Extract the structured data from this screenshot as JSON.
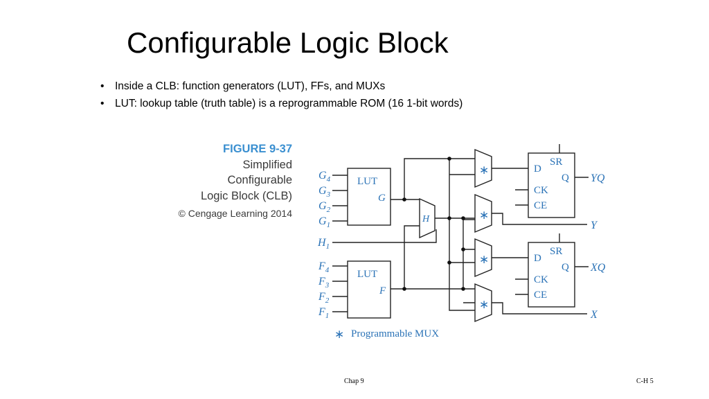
{
  "slide": {
    "title": "Configurable Logic Block",
    "bullets": [
      "Inside a CLB: function generators (LUT), FFs, and MUXs",
      "LUT: lookup table (truth table) is a reprogrammable ROM (16 1-bit words)"
    ],
    "bullet_symbol": "•"
  },
  "figure": {
    "label": "FIGURE 9-37",
    "caption_lines": [
      "Simplified",
      "Configurable",
      "Logic Block (CLB)"
    ],
    "copyright": "© Cengage Learning 2014",
    "colors": {
      "accent": "#3a8fd0",
      "diagram_text": "#2a72b6",
      "line": "#222222"
    }
  },
  "diagram": {
    "g_inputs": [
      {
        "main": "G",
        "sub": "4"
      },
      {
        "main": "G",
        "sub": "3"
      },
      {
        "main": "G",
        "sub": "2"
      },
      {
        "main": "G",
        "sub": "1"
      }
    ],
    "h_input": {
      "main": "H",
      "sub": "1"
    },
    "f_inputs": [
      {
        "main": "F",
        "sub": "4"
      },
      {
        "main": "F",
        "sub": "3"
      },
      {
        "main": "F",
        "sub": "2"
      },
      {
        "main": "F",
        "sub": "1"
      }
    ],
    "lut_top": {
      "label": "LUT",
      "output": "G"
    },
    "lut_bottom": {
      "label": "LUT",
      "output": "F"
    },
    "h_mux_label": "H",
    "mux_symbol": "∗",
    "ff_top": {
      "d": "D",
      "sr": "SR",
      "q": "Q",
      "ck": "CK",
      "ce": "CE"
    },
    "ff_bottom": {
      "d": "D",
      "sr": "SR",
      "q": "Q",
      "ck": "CK",
      "ce": "CE"
    },
    "outputs": {
      "yq": "YQ",
      "y": "Y",
      "xq": "XQ",
      "x": "X"
    },
    "legend": "Programmable MUX"
  },
  "footer": {
    "chapter": "Chap 9",
    "page": "C-H 5"
  }
}
